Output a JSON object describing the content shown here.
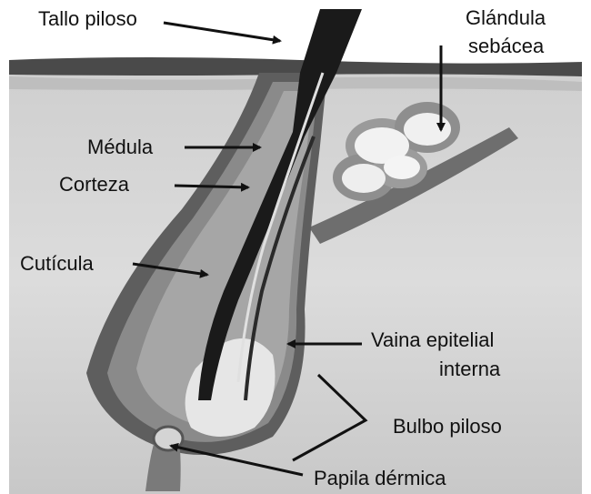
{
  "labels": {
    "hair_shaft": "Tallo piloso",
    "sebaceous_gland_line1": "Glándula",
    "sebaceous_gland_line2": "sebácea",
    "medulla": "Médula",
    "cortex": "Corteza",
    "cuticle": "Cutícula",
    "inner_sheath_line1": "Vaina epitelial",
    "inner_sheath_line2": "interna",
    "hair_bulb": "Bulbo piloso",
    "dermal_papilla": "Papila dérmica"
  },
  "colors": {
    "skin_surface": "#3a3a3a",
    "dermis": "#d8d8d8",
    "follicle_outer": "#5a5a5a",
    "follicle_inner": "#8c8c8c",
    "hair_core": "#1a1a1a",
    "bulb_light": "#e8e8e8",
    "gland": "#f0f0f0",
    "arrow": "#111111"
  }
}
